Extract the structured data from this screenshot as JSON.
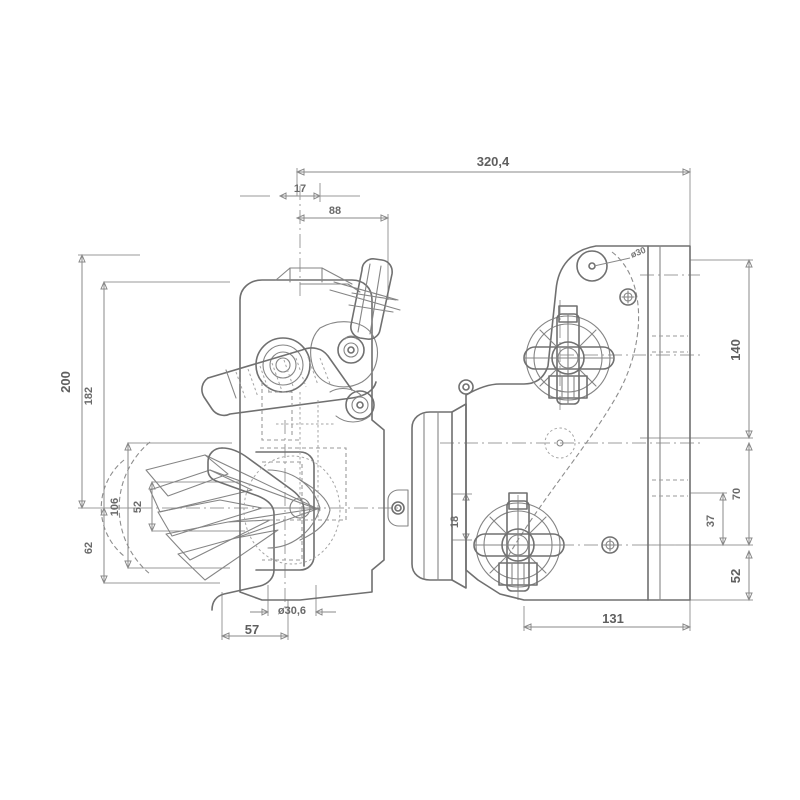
{
  "drawing": {
    "title": "Towing hitch coupling assembly - technical dimension drawing",
    "background_color": "#ffffff",
    "line_color": "#707070",
    "dimension_color": "#8a8a8a",
    "text_color": "#5f5f5f",
    "units": "mm",
    "projection": "side elevation with section views"
  },
  "dimensions": {
    "overall_length": "320,4",
    "offset_17": "17",
    "offset_88": "88",
    "height_200": "200",
    "height_182": "182",
    "height_106": "106",
    "height_52_left": "52",
    "height_62": "62",
    "height_140": "140",
    "height_70": "70",
    "height_37": "37",
    "height_52_right": "52",
    "width_131": "131",
    "width_57": "57",
    "diameter_bore": "ø30,6",
    "thickness_18": "18",
    "hole_note": "ø30"
  },
  "labels": [
    {
      "id": "len-320",
      "text": "320,4",
      "type": "horizontal-dimension"
    },
    {
      "id": "off-17",
      "text": "17",
      "type": "horizontal-dimension"
    },
    {
      "id": "off-88",
      "text": "88",
      "type": "horizontal-dimension"
    },
    {
      "id": "h-200",
      "text": "200",
      "type": "vertical-dimension"
    },
    {
      "id": "h-182",
      "text": "182",
      "type": "vertical-dimension"
    },
    {
      "id": "h-106",
      "text": "106",
      "type": "vertical-dimension"
    },
    {
      "id": "h-52l",
      "text": "52",
      "type": "vertical-dimension"
    },
    {
      "id": "h-62",
      "text": "62",
      "type": "vertical-dimension"
    },
    {
      "id": "h-140",
      "text": "140",
      "type": "vertical-dimension"
    },
    {
      "id": "h-70",
      "text": "70",
      "type": "vertical-dimension"
    },
    {
      "id": "h-37",
      "text": "37",
      "type": "vertical-dimension"
    },
    {
      "id": "h-52r",
      "text": "52",
      "type": "vertical-dimension"
    },
    {
      "id": "w-131",
      "text": "131",
      "type": "horizontal-dimension"
    },
    {
      "id": "w-57",
      "text": "57",
      "type": "horizontal-dimension"
    },
    {
      "id": "d-306",
      "text": "ø30,6",
      "type": "diameter-dimension"
    },
    {
      "id": "t-18",
      "text": "18",
      "type": "vertical-dimension"
    },
    {
      "id": "note-hole",
      "text": "ø30",
      "type": "leader-note"
    }
  ],
  "components": {
    "hook": "swinging towing hook with arc travel indication",
    "body": "main coupling housing",
    "lever": "release lever / handle",
    "pin": "locking pin assembly",
    "cylinder": "damper cylinder housing",
    "mount_plate": "flange mounting bracket",
    "bolts": "two cross bolt assemblies"
  }
}
